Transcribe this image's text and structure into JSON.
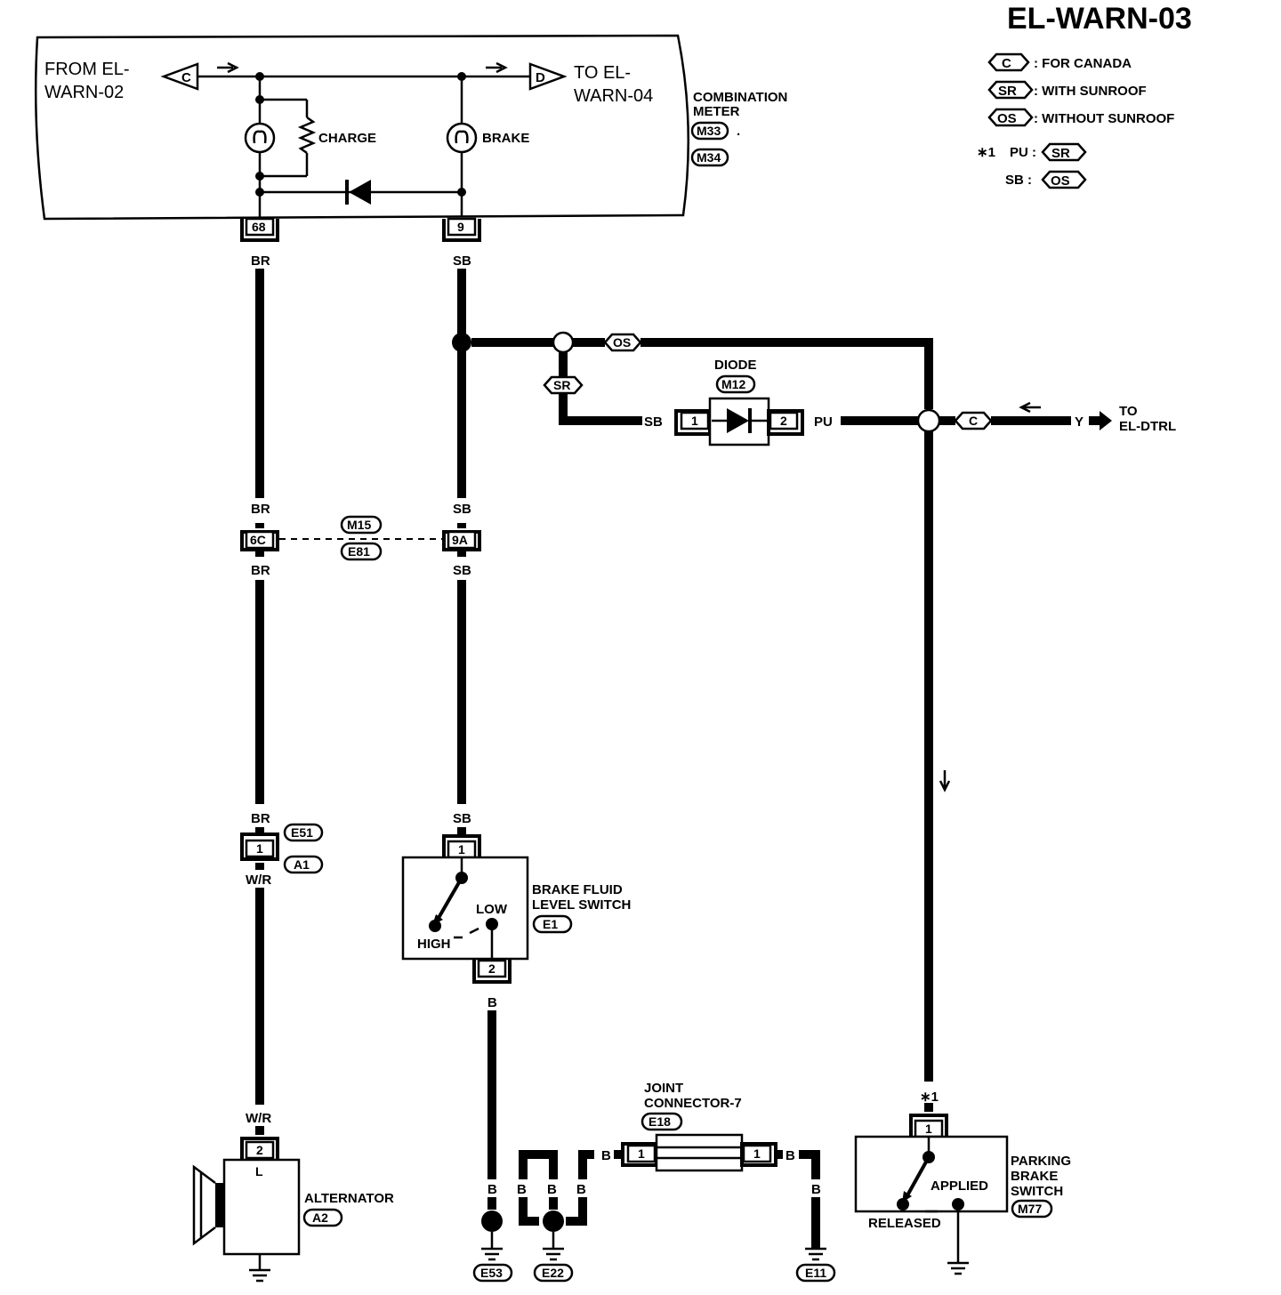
{
  "title": "EL-WARN-03",
  "legend": {
    "c": {
      "code": "C",
      "text": ": FOR CANADA"
    },
    "sr": {
      "code": "SR",
      "text": ": WITH SUNROOF"
    },
    "os": {
      "code": "OS",
      "text": ": WITHOUT SUNROOF"
    },
    "note_mark": "∗1",
    "note_pu": "PU :",
    "note_sb": "SB :"
  },
  "meter": {
    "from_label_1": "FROM EL-",
    "from_label_2": "WARN-02",
    "from_code": "C",
    "to_label_1": "TO EL-",
    "to_label_2": "WARN-04",
    "to_code": "D",
    "charge": "CHARGE",
    "brake": "BRAKE",
    "name_1": "COMBINATION",
    "name_2": "METER",
    "conn_1": "M33",
    "conn_sep": ".",
    "conn_2": "M34",
    "pin_left": "68",
    "pin_right": "9"
  },
  "wires": {
    "br": "BR",
    "sb": "SB",
    "wr": "W/R",
    "pu": "PU",
    "y": "Y",
    "b": "B"
  },
  "splice": {
    "os": "OS",
    "sr": "SR",
    "c": "C"
  },
  "diode": {
    "name": "DIODE",
    "conn": "M12",
    "pin1": "1",
    "pin2": "2"
  },
  "to_dtrl": {
    "line1": "TO",
    "line2": "EL-DTRL"
  },
  "inline_conn": {
    "pin_left": "6C",
    "pin_right": "9A",
    "conn_top": "M15",
    "conn_bottom": "E81"
  },
  "e51": {
    "pin": "1",
    "conn_top": "E51",
    "conn_bottom": "A1"
  },
  "alternator": {
    "pin": "2",
    "terminal": "L",
    "name": "ALTERNATOR",
    "conn": "A2"
  },
  "brake_fluid": {
    "pin_top": "1",
    "pin_bottom": "2",
    "high": "HIGH",
    "low": "LOW",
    "name_1": "BRAKE FLUID",
    "name_2": "LEVEL SWITCH",
    "conn": "E1"
  },
  "joint": {
    "name_1": "JOINT",
    "name_2": "CONNECTOR-7",
    "conn": "E18",
    "pin_left": "1",
    "pin_right": "1"
  },
  "grounds": {
    "g1": "E53",
    "g2": "E22",
    "g3": "E11"
  },
  "parking": {
    "mark": "∗1",
    "pin": "1",
    "applied": "APPLIED",
    "released": "RELEASED",
    "name_1": "PARKING",
    "name_2": "BRAKE",
    "name_3": "SWITCH",
    "conn": "M77"
  }
}
